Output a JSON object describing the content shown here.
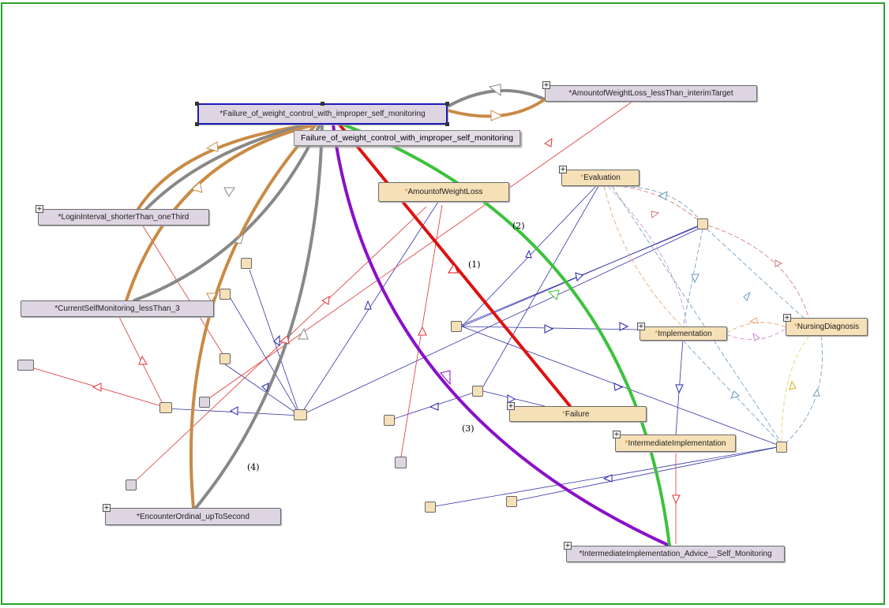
{
  "nodes": {
    "main": "*Failure_of_weight_control_with_improper_self_monitoring",
    "interim": "*AmountofWeightLoss_lessThan_interimTarget",
    "amount": "AmountofWeightLoss",
    "evaluation": "Evaluation",
    "login": "*LoginInterval_shorterThan_oneThird",
    "current": "*CurrentSelfMonitoring_lessThan_3",
    "implementation": "Implementation",
    "nursing": "NursingDiagnosis",
    "failure": "Failure",
    "intermediate": "IntermediateImplementation",
    "encounter": "*EncounterOrdinal_upToSecond",
    "advice": "*IntermediateImplementation_Advice__Self_Monitoring"
  },
  "tooltip": "Failure_of_weight_control_with_improper_self_monitoring",
  "star": "*",
  "plus": "+",
  "edge_labels": [
    "(1)",
    "(2)",
    "(3)",
    "(4)"
  ],
  "colors": {
    "frame": "#2aa22a",
    "orange": "#c98a45",
    "gray": "#888888",
    "red": "#e01010",
    "green": "#3cc23c",
    "purple": "#8a10c8",
    "blue": "#2222aa"
  }
}
